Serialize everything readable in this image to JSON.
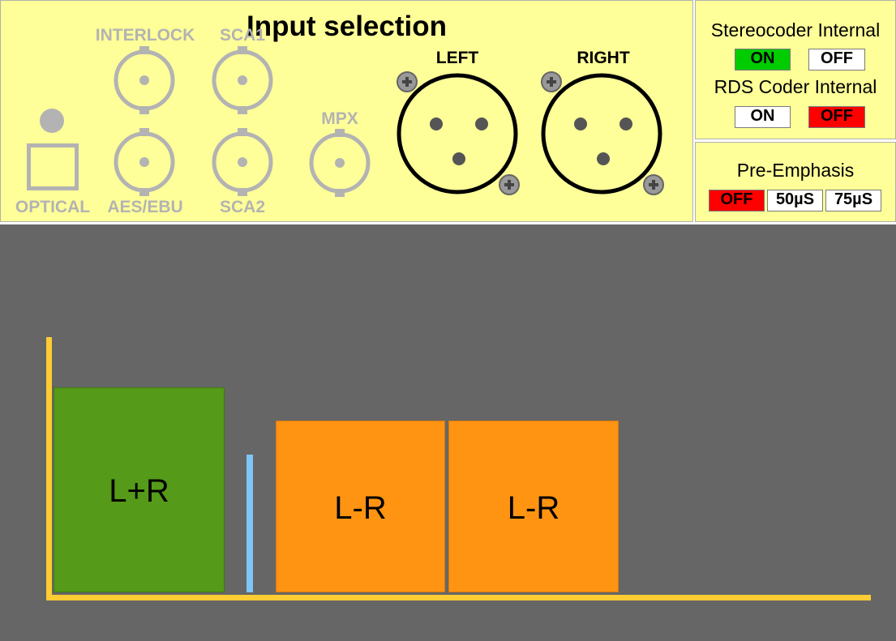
{
  "input_panel": {
    "title": "Input selection",
    "connectors": {
      "interlock": "INTERLOCK",
      "sca1": "SCA1",
      "optical": "OPTICAL",
      "aes_ebu": "AES/EBU",
      "sca2": "SCA2",
      "mpx": "MPX",
      "left": "LEFT",
      "right": "RIGHT"
    }
  },
  "coder_panel": {
    "stereocoder": {
      "label": "Stereocoder Internal",
      "on": "ON",
      "off": "OFF",
      "active": "ON"
    },
    "rds": {
      "label": "RDS Coder Internal",
      "on": "ON",
      "off": "OFF",
      "active": "OFF"
    }
  },
  "emphasis_panel": {
    "label": "Pre-Emphasis",
    "options": [
      "OFF",
      "50µS",
      "75µS"
    ],
    "selected": "OFF"
  },
  "spectrum": {
    "blocks": [
      {
        "label": "L+R",
        "color": "#559a18"
      },
      {
        "label": "L-R",
        "color": "#ff9412"
      },
      {
        "label": "L-R",
        "color": "#ff9412"
      }
    ],
    "pilot_color": "#7fc6f8",
    "axis_color": "#ffcc33",
    "background": "#666666"
  },
  "colors": {
    "panel_bg": "#ffff99",
    "on_green": "#00cc00",
    "off_red": "#ff0000",
    "inactive_connector": "#b3b3b3"
  }
}
